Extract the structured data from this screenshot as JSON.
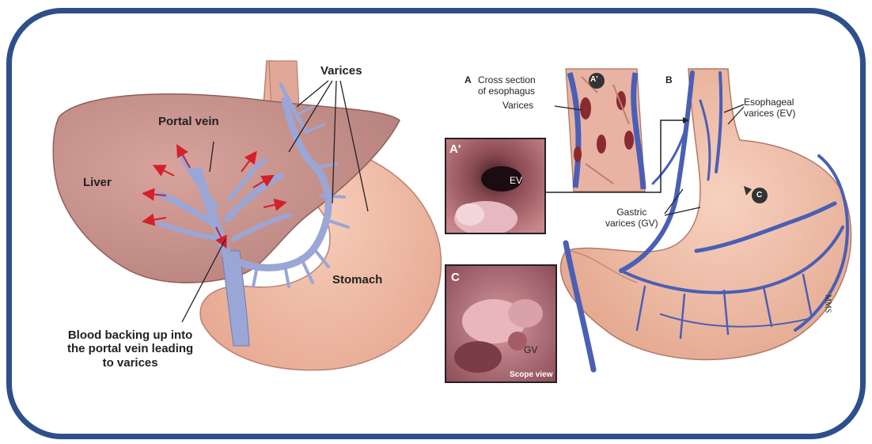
{
  "left_panel": {
    "varices_label": "Varices",
    "portal_vein_label": "Portal vein",
    "liver_label": "Liver",
    "stomach_label": "Stomach",
    "caption_line1": "Blood backing up into",
    "caption_line2": "the portal vein leading",
    "caption_line3": "to varices"
  },
  "right_panel": {
    "section_a_letter": "A",
    "section_a_line1": "Cross section",
    "section_a_line2": "of esophagus",
    "varices_label": "Varices",
    "marker_a_prime": "A'",
    "inset_a_prime_letter": "A'",
    "ev_label": "EV",
    "section_b_letter": "B",
    "esophageal_line1": "Esophageal",
    "esophageal_line2": "varices (EV)",
    "gastric_line1": "Gastric",
    "gastric_line2": "varices (GV)",
    "marker_c": "C",
    "inset_c_letter": "C",
    "gv_label": "GV",
    "scope_view_label": "Scope view",
    "signature": "MMS"
  },
  "colors": {
    "frame": "#2d4f8c",
    "liver": "#c9908a",
    "stomach": "#f0bda8",
    "vein": "#9aa6d6",
    "vein_dark": "#4a5fb5",
    "arrow_red": "#d3202a"
  }
}
